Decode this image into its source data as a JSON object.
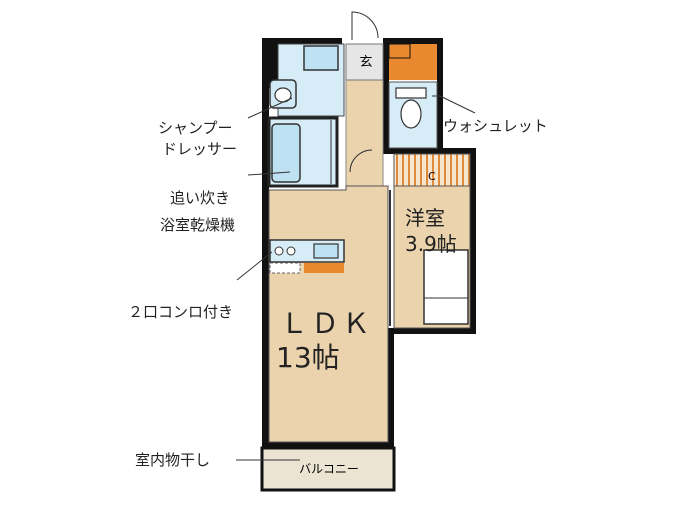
{
  "rooms": {
    "ldk_name": "ＬＤＫ",
    "ldk_size": "13帖",
    "western_name": "洋室",
    "western_size": "3.9帖",
    "entrance": "玄",
    "closet": "C",
    "balcony": "バルコニー"
  },
  "callouts": {
    "shampoo_dresser_line1": "シャンプー",
    "shampoo_dresser_line2": "ドレッサー",
    "reheat_line1": "追い炊き",
    "reheat_line2": "浴室乾燥機",
    "stove": "２口コンロ付き",
    "washlet": "ウォシュレット",
    "indoor_drying": "室内物干し"
  },
  "colors": {
    "wall": "#111111",
    "wet_area": "#d6ecf7",
    "floor": "#ead3ad",
    "closet_stripes": "#e08a3c",
    "accent_orange": "#e8892f",
    "balcony": "#ece4d3"
  }
}
